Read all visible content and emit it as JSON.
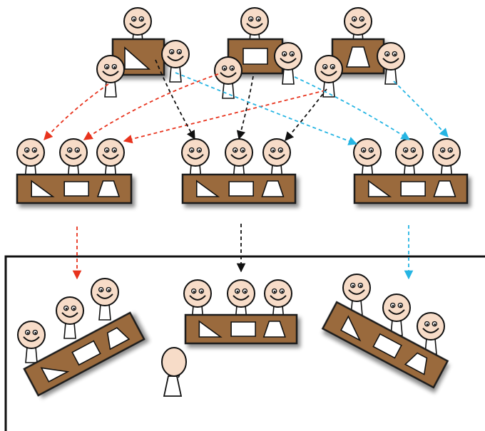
{
  "colors": {
    "desk": "#9a6a3e",
    "desk_stroke": "#1a1a1a",
    "face": "#f7dcc8",
    "stroke": "#111111",
    "shape_fill": "#ffffff",
    "arrow_red": "#e8331d",
    "arrow_black": "#111111",
    "arrow_cyan": "#26b5e3"
  },
  "diagram": {
    "layers": [
      "expert-groups",
      "home-groups",
      "classroom-groups"
    ],
    "shapes": [
      "triangle",
      "rectangle",
      "trapezoid"
    ],
    "icons": [
      "smiley-face-icon",
      "teacher-icon"
    ],
    "arrow_groups": [
      {
        "color": "red",
        "from": "expert-group-triangle",
        "to": "home-group-1"
      },
      {
        "color": "black",
        "from": "expert-group-rectangle",
        "to": "home-group-2"
      },
      {
        "color": "cyan",
        "from": "expert-group-trapezoid",
        "to": "home-group-3"
      }
    ]
  }
}
